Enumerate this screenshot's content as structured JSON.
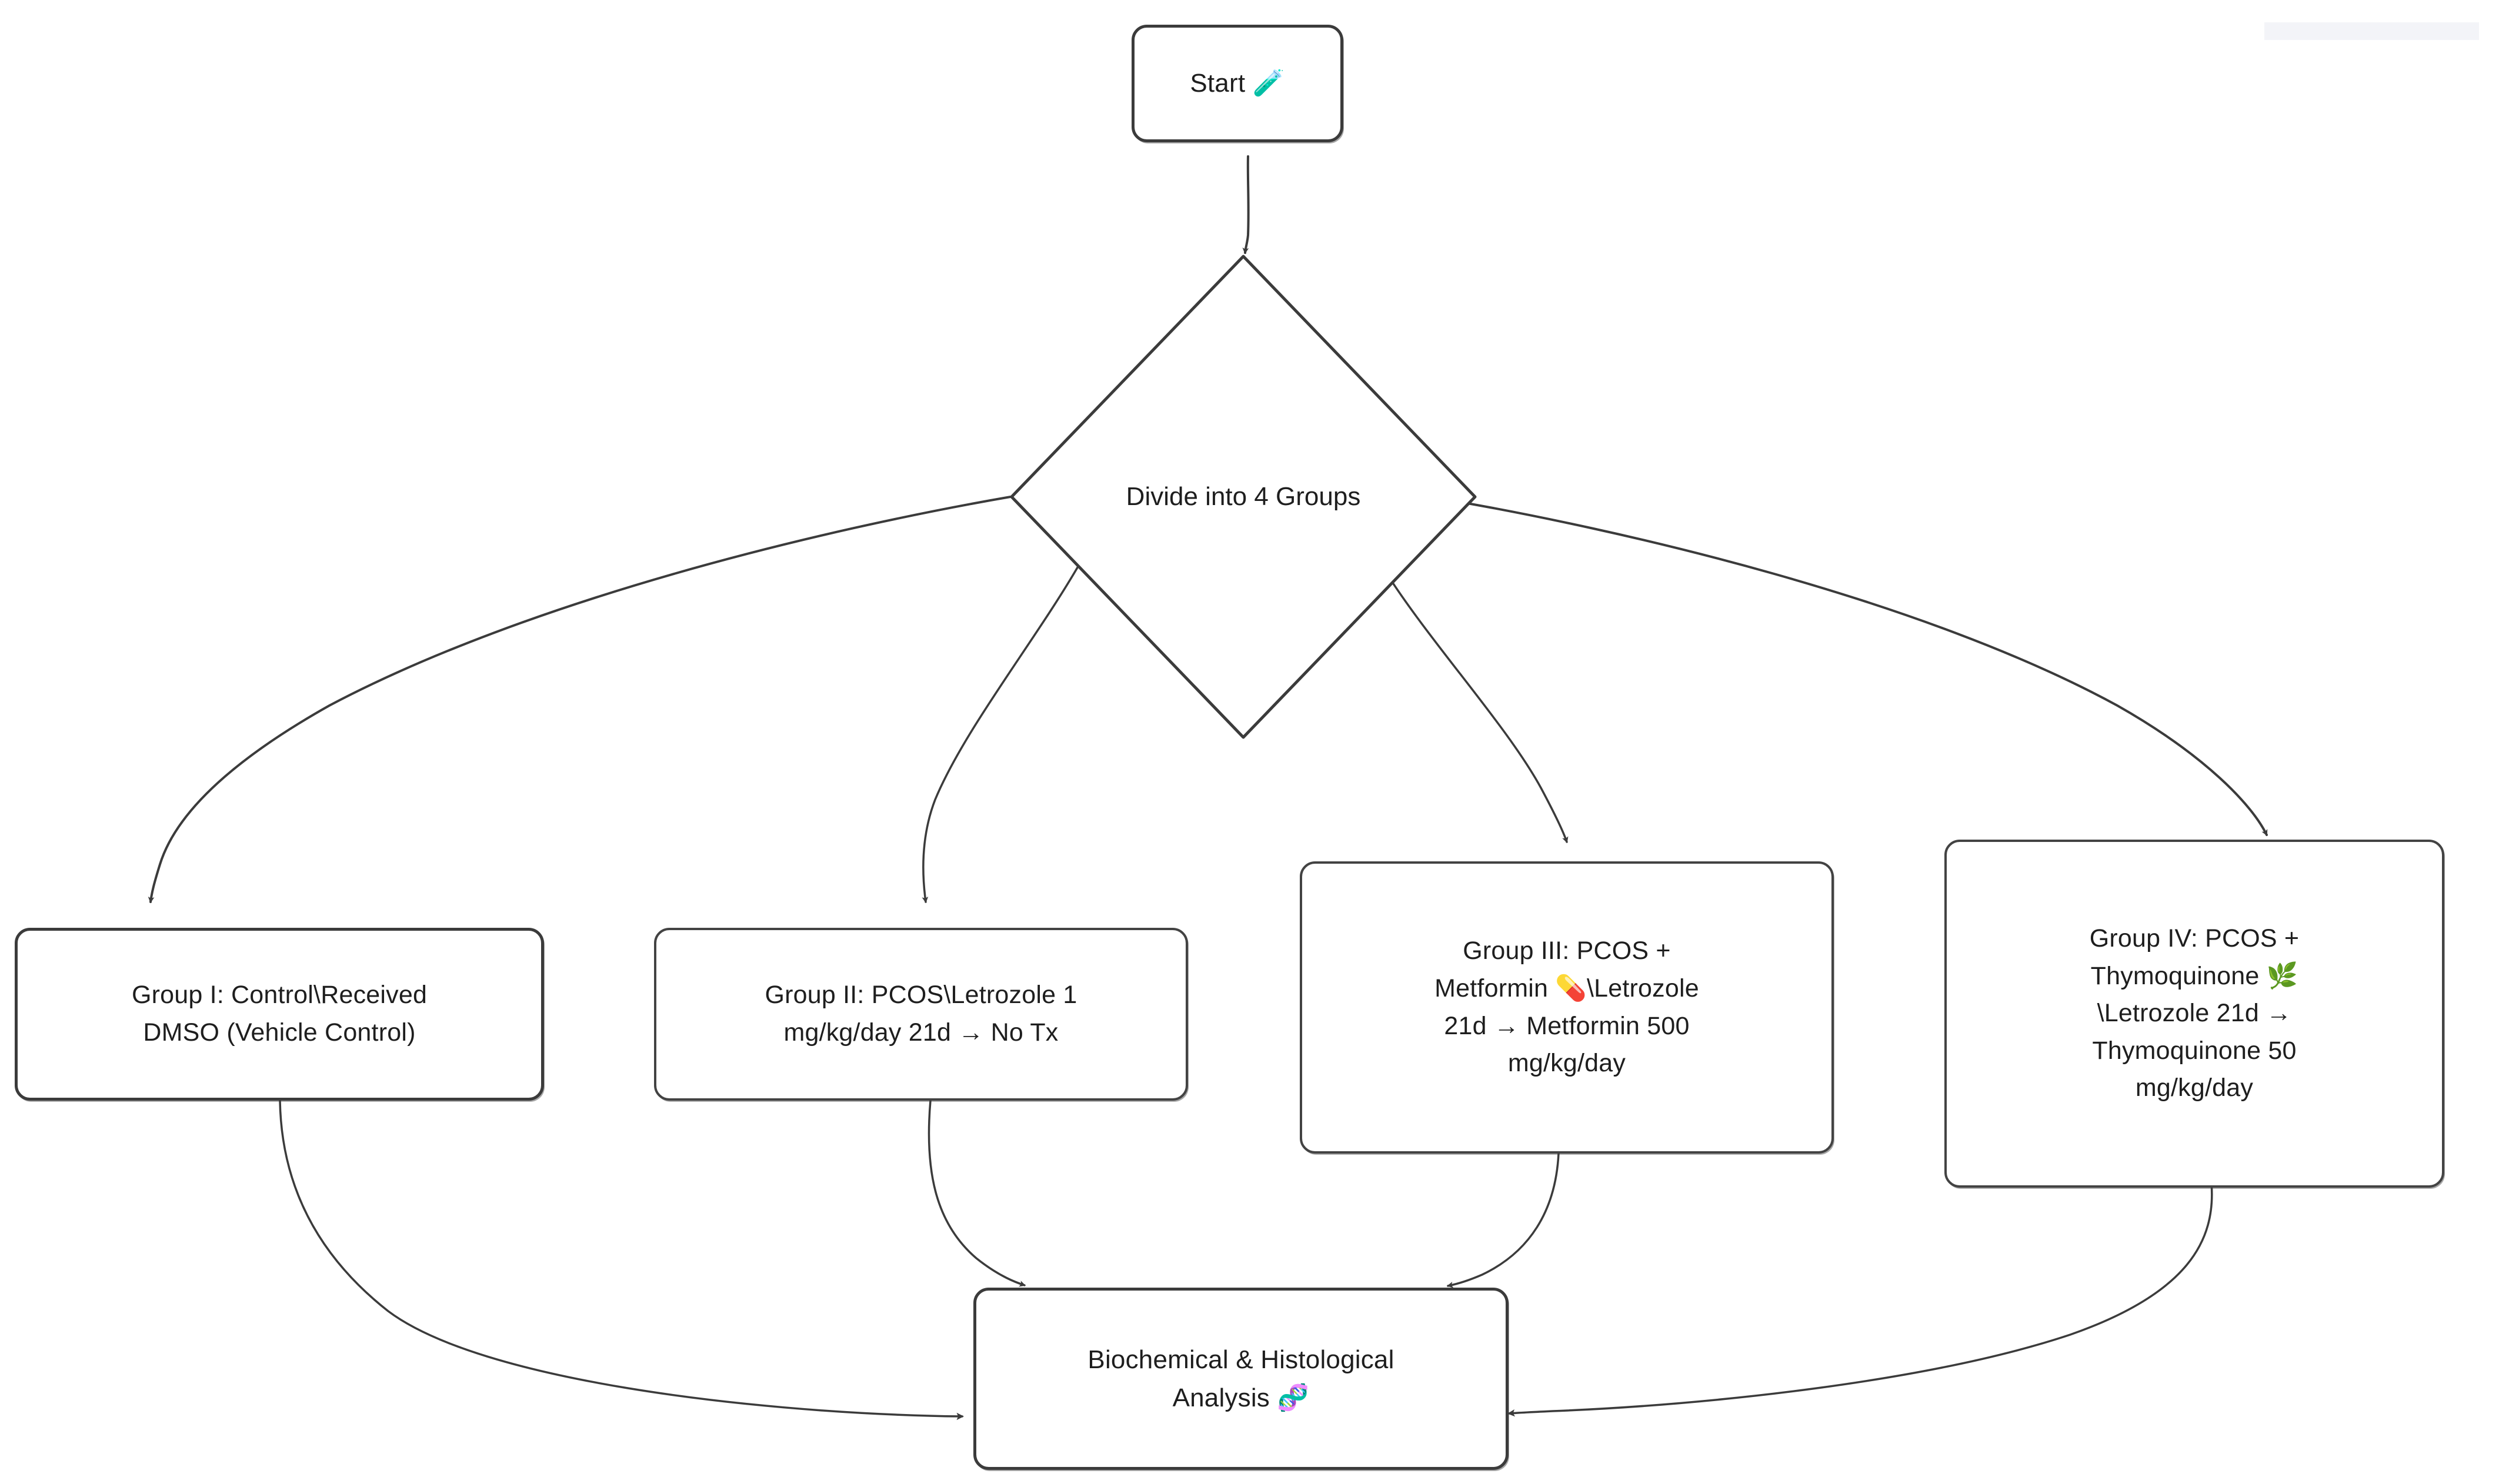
{
  "diagram": {
    "type": "flowchart",
    "title": "PCOS rat study experimental design flowchart",
    "background_color": "#ffffff",
    "stroke_color": "#3b3b3b",
    "text_color": "#1e1e1e",
    "direction": "top-down",
    "nodes": [
      {
        "id": "start",
        "shape": "rounded-rect",
        "text": "Start 🧪",
        "emoji": "🧪",
        "emoji_name": "test-tube"
      },
      {
        "id": "divide",
        "shape": "diamond",
        "text": "Divide into 4 Groups"
      },
      {
        "id": "group1",
        "shape": "rounded-rect",
        "text": "Group I: Control\\Received\nDMSO (Vehicle Control)"
      },
      {
        "id": "group2",
        "shape": "rounded-rect",
        "text": "Group II: PCOS\\Letrozole 1\nmg/kg/day 21d → No Tx"
      },
      {
        "id": "group3",
        "shape": "rounded-rect",
        "text": "Group III: PCOS +\nMetformin 💊\\Letrozole\n21d → Metformin 500\nmg/kg/day",
        "emoji": "💊",
        "emoji_name": "pill"
      },
      {
        "id": "group4",
        "shape": "rounded-rect",
        "text": "Group IV: PCOS +\nThymoquinone 🌿\n\\Letrozole 21d →\nThymoquinone 50\nmg/kg/day",
        "emoji": "🌿",
        "emoji_name": "herb"
      },
      {
        "id": "analysis",
        "shape": "rounded-rect",
        "text": "Biochemical & Histological\nAnalysis 🧬",
        "emoji": "🧬",
        "emoji_name": "dna"
      }
    ],
    "edges": [
      {
        "from": "start",
        "to": "divide",
        "label": ""
      },
      {
        "from": "divide",
        "to": "group1",
        "label": ""
      },
      {
        "from": "divide",
        "to": "group2",
        "label": ""
      },
      {
        "from": "divide",
        "to": "group3",
        "label": ""
      },
      {
        "from": "divide",
        "to": "group4",
        "label": ""
      },
      {
        "from": "group1",
        "to": "analysis",
        "label": ""
      },
      {
        "from": "group2",
        "to": "analysis",
        "label": ""
      },
      {
        "from": "group3",
        "to": "analysis",
        "label": ""
      },
      {
        "from": "group4",
        "to": "analysis",
        "label": ""
      }
    ]
  }
}
